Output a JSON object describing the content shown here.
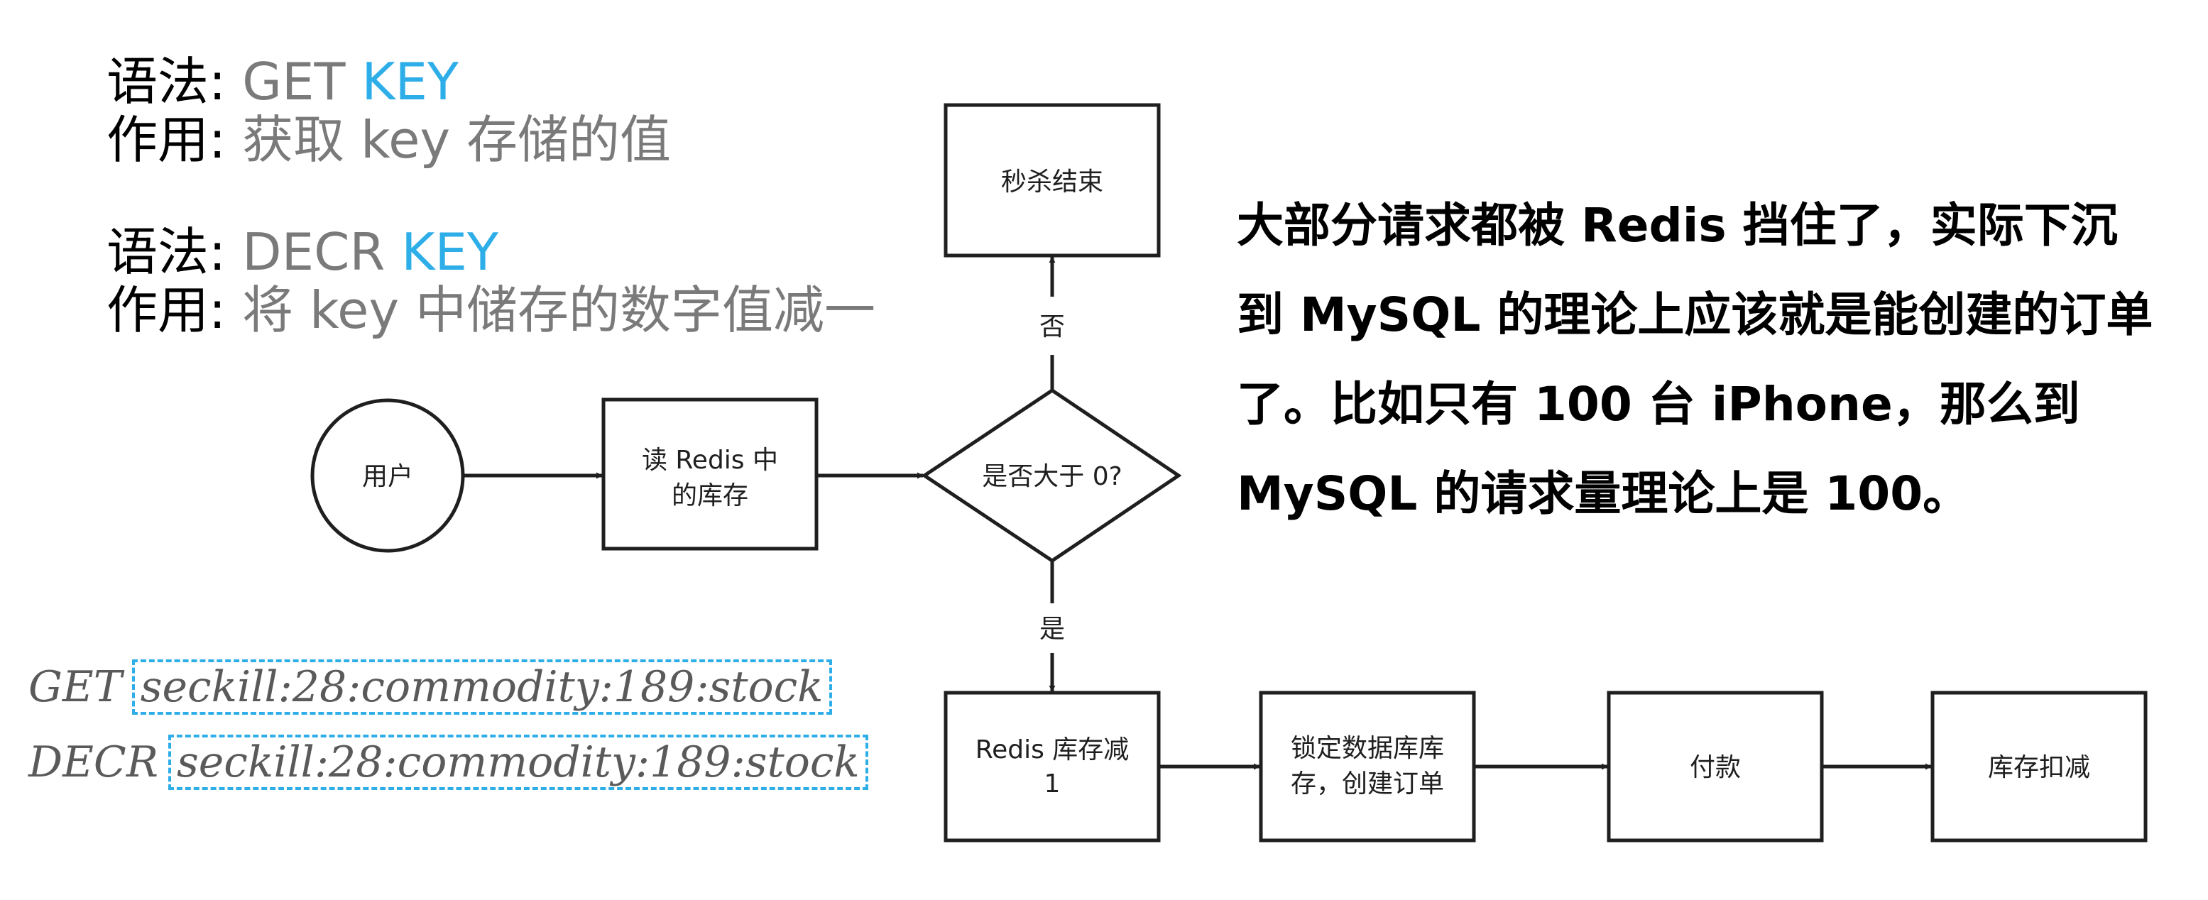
{
  "syntax": [
    {
      "syntax_label": "语法:",
      "command": "GET",
      "key": "KEY",
      "purpose_label": "作用:",
      "purpose": "获取 key 存储的值"
    },
    {
      "syntax_label": "语法:",
      "command": "DECR",
      "key": "KEY",
      "purpose_label": "作用:",
      "purpose": "将 key 中储存的数字值减一"
    }
  ],
  "commands": [
    {
      "op": "GET",
      "key": "seckill:28:commodity:189:stock"
    },
    {
      "op": "DECR",
      "key": "seckill:28:commodity:189:stock"
    }
  ],
  "flowchart": {
    "user": "用户",
    "read_stock": [
      "读 Redis 中",
      "的库存"
    ],
    "decision": "是否大于 0?",
    "end": "秒杀结束",
    "no_label": "否",
    "yes_label": "是",
    "decrement": [
      "Redis 库存减",
      "1"
    ],
    "lock_order": [
      "锁定数据库库",
      "存，创建订单"
    ],
    "pay": "付款",
    "deduct": "库存扣减"
  },
  "note": "大部分请求都被 Redis 挡住了，实际下沉到 MySQL 的理论上应该就是能创建的订单了。比如只有 100 台 iPhone，那么到MySQL 的请求量理论上是 100。"
}
